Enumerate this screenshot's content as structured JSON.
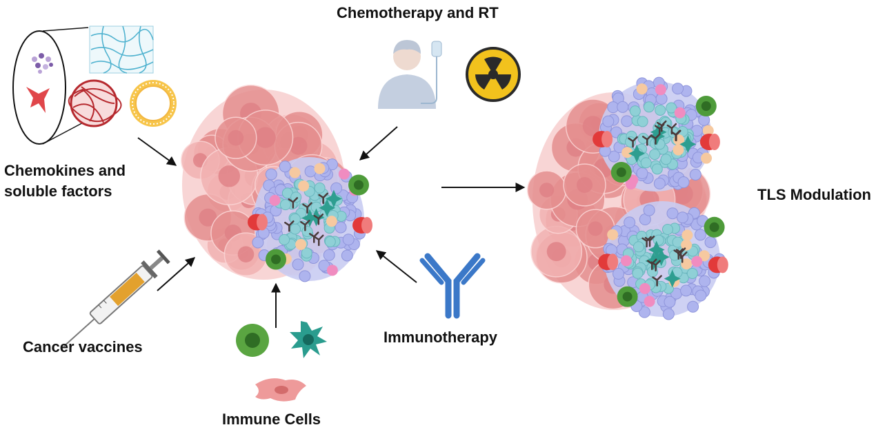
{
  "labels": {
    "chemo_rt": "Chemotherapy and RT",
    "chemokines_line1": "Chemokines and",
    "chemokines_line2": "soluble factors",
    "tls_modulation": "TLS Modulation",
    "cancer_vaccines": "Cancer vaccines",
    "immunotherapy": "Immunotherapy",
    "immune_cells": "Immune Cells"
  },
  "colors": {
    "tumor": "#f2b2b2",
    "tumor_dark": "#e58f8f",
    "nucleus": "#df7f84",
    "b_cell": "#aeb4ee",
    "t_cell": "#8fd0d6",
    "dendritic": "#2e9e90",
    "macrophage": "#4e9b3a",
    "red_cell": "#e23a3a",
    "peach_cell": "#f6c9a0",
    "pink_cell": "#f08cc0",
    "radiation": "#f2c21d",
    "antibody": "#3b78c8",
    "arrow": "#111111"
  }
}
